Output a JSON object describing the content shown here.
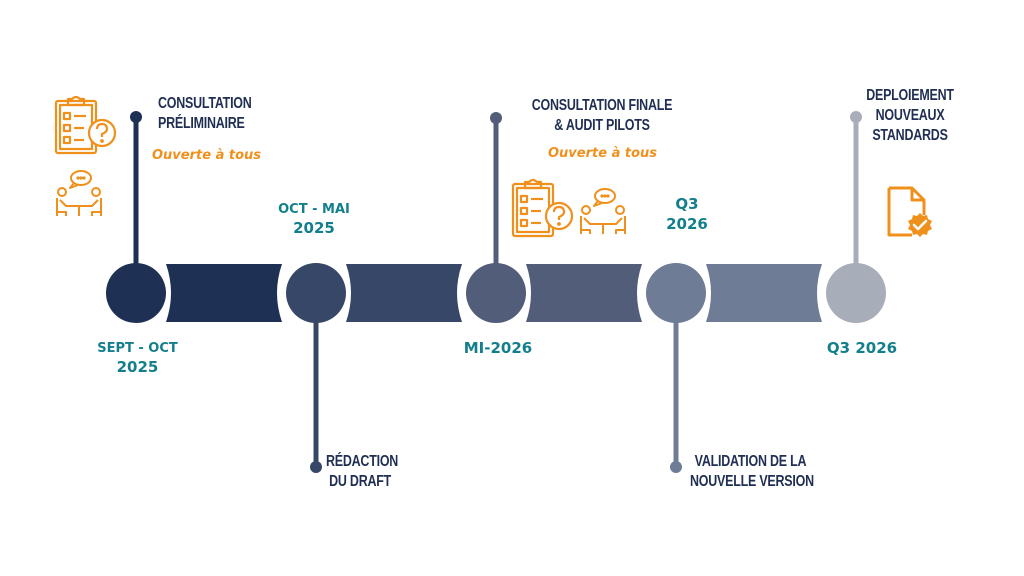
{
  "colors": {
    "stage": [
      "#1e3053",
      "#374767",
      "#525d7a",
      "#6f7c96",
      "#a8adba"
    ],
    "title_text": "#1f2e52",
    "date_text": "#137f8c",
    "highlight": "#f0901c",
    "background": "#ffffff"
  },
  "milestones": [
    {
      "title_lines": [
        "CONSULTATION",
        "PRÉLIMINAIRE"
      ],
      "subtitle": "Ouverte à tous",
      "date_lines": [
        "SEPT - OCT",
        "2025"
      ],
      "icons": [
        "clipboard-question-icon",
        "meeting-discussion-icon"
      ]
    },
    {
      "title_lines": [
        "RÉDACTION",
        "DU DRAFT"
      ],
      "date_lines": [
        "OCT - MAI",
        "2025"
      ]
    },
    {
      "title_lines": [
        "CONSULTATION FINALE",
        "& AUDIT PILOTS"
      ],
      "subtitle": "Ouverte à tous",
      "date_lines": [
        "MI-2026"
      ],
      "icons": [
        "clipboard-question-icon",
        "meeting-discussion-icon"
      ]
    },
    {
      "title_lines": [
        "VALIDATION DE LA",
        "NOUVELLE VERSION"
      ],
      "date_lines": [
        "Q3",
        "2026"
      ]
    },
    {
      "title_lines": [
        "DEPLOIEMENT",
        "NOUVEAUX",
        "STANDARDS"
      ],
      "date_lines": [
        "Q3 2026"
      ],
      "icons": [
        "certified-document-icon"
      ]
    }
  ]
}
